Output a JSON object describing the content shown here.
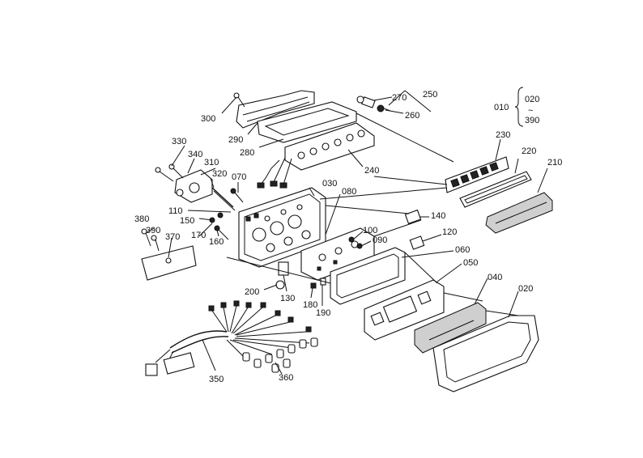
{
  "diagram": {
    "callouts": [
      {
        "id": "c010",
        "text": "010"
      },
      {
        "id": "c020a",
        "text": "020"
      },
      {
        "id": "ctilde",
        "text": "~"
      },
      {
        "id": "c390a",
        "text": "390"
      },
      {
        "id": "c250",
        "text": "250"
      },
      {
        "id": "c270",
        "text": "270"
      },
      {
        "id": "c260",
        "text": "260"
      },
      {
        "id": "c300",
        "text": "300"
      },
      {
        "id": "c290",
        "text": "290"
      },
      {
        "id": "c280",
        "text": "280"
      },
      {
        "id": "c240",
        "text": "240"
      },
      {
        "id": "c230",
        "text": "230"
      },
      {
        "id": "c220",
        "text": "220"
      },
      {
        "id": "c210",
        "text": "210"
      },
      {
        "id": "c330",
        "text": "330"
      },
      {
        "id": "c340",
        "text": "340"
      },
      {
        "id": "c310",
        "text": "310"
      },
      {
        "id": "c320",
        "text": "320"
      },
      {
        "id": "c070",
        "text": "070"
      },
      {
        "id": "c030",
        "text": "030"
      },
      {
        "id": "c080",
        "text": "080"
      },
      {
        "id": "c110",
        "text": "110"
      },
      {
        "id": "c150",
        "text": "150"
      },
      {
        "id": "c140",
        "text": "140"
      },
      {
        "id": "c380",
        "text": "380"
      },
      {
        "id": "c390b",
        "text": "390"
      },
      {
        "id": "c370",
        "text": "370"
      },
      {
        "id": "c170",
        "text": "170"
      },
      {
        "id": "c160",
        "text": "160"
      },
      {
        "id": "c100",
        "text": "100"
      },
      {
        "id": "c090",
        "text": "090"
      },
      {
        "id": "c120",
        "text": "120"
      },
      {
        "id": "c060",
        "text": "060"
      },
      {
        "id": "c050",
        "text": "050"
      },
      {
        "id": "c040",
        "text": "040"
      },
      {
        "id": "c020b",
        "text": "020"
      },
      {
        "id": "c200",
        "text": "200"
      },
      {
        "id": "c130",
        "text": "130"
      },
      {
        "id": "c180",
        "text": "180"
      },
      {
        "id": "c190",
        "text": "190"
      },
      {
        "id": "c350",
        "text": "350"
      },
      {
        "id": "c360",
        "text": "360"
      }
    ]
  }
}
